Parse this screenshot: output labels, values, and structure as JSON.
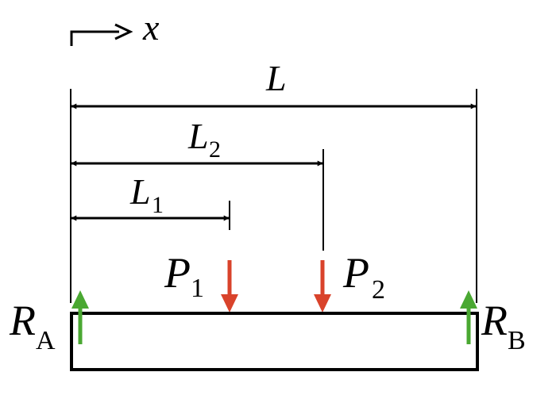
{
  "axis": {
    "symbol": "x"
  },
  "dimensions": {
    "total": {
      "symbol": "L"
    },
    "l2": {
      "symbol": "L",
      "subscript": "2"
    },
    "l1": {
      "symbol": "L",
      "subscript": "1"
    }
  },
  "loads": {
    "p1": {
      "symbol": "P",
      "subscript": "1"
    },
    "p2": {
      "symbol": "P",
      "subscript": "2"
    }
  },
  "reactions": {
    "ra": {
      "symbol": "R",
      "subscript": "A"
    },
    "rb": {
      "symbol": "R",
      "subscript": "B"
    }
  },
  "colors": {
    "beam": "#000000",
    "load": "#d9432b",
    "reaction": "#4aa832",
    "dimension": "#000000"
  }
}
